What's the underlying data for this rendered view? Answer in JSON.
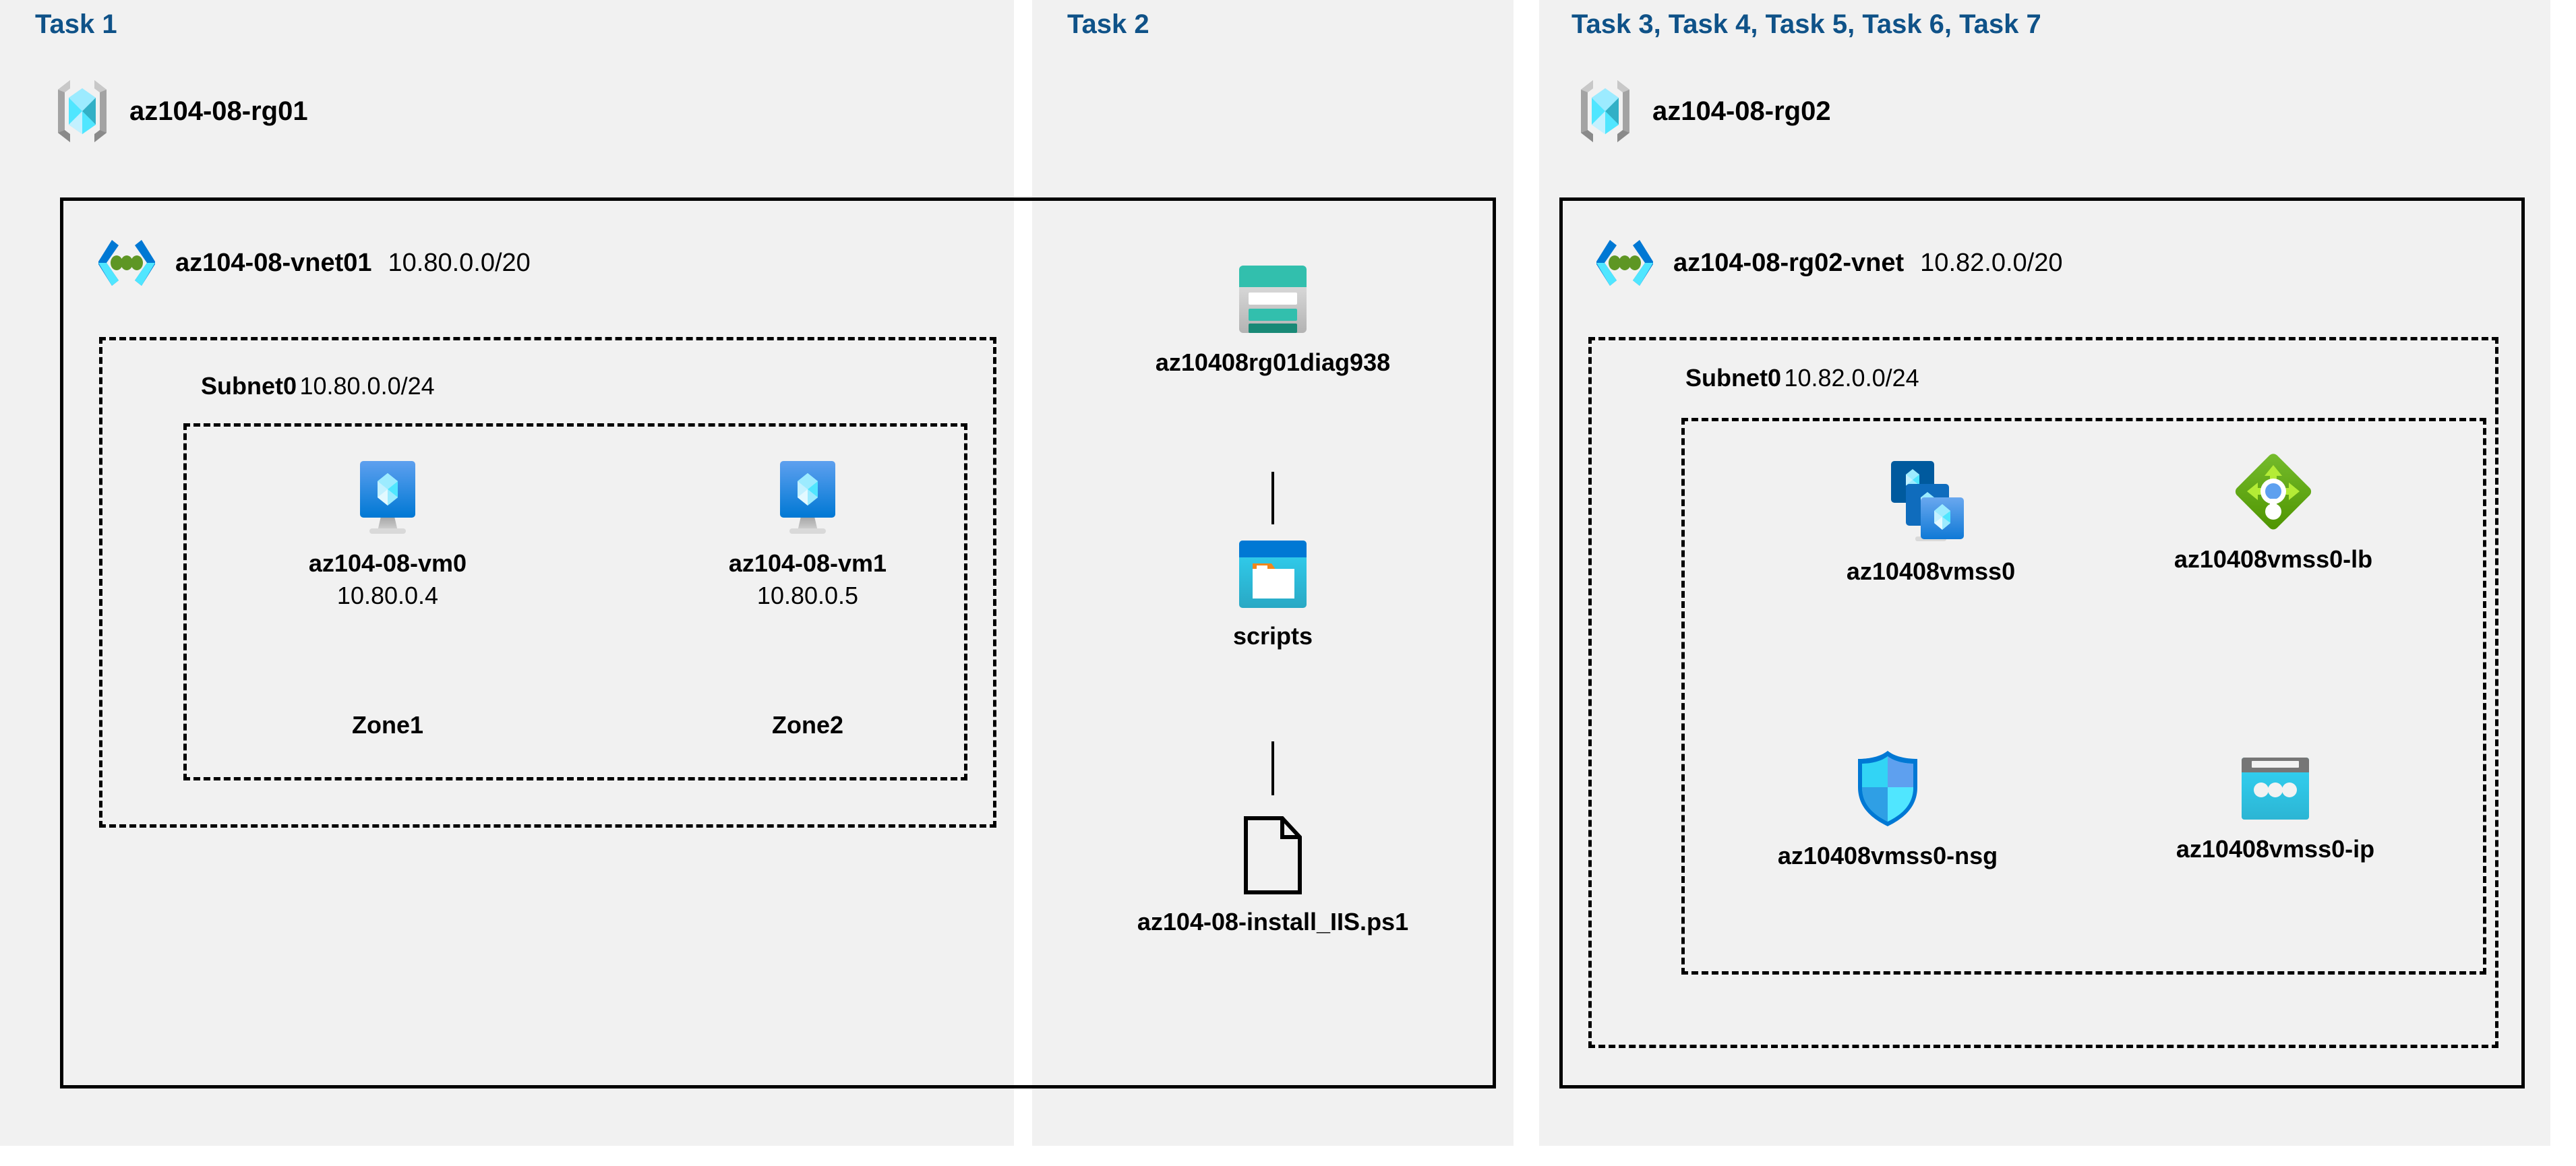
{
  "panels": [
    {
      "id": "task1",
      "title": "Task 1",
      "resource_group": {
        "label": "az104-08-rg01",
        "icon": "resource-group-icon"
      },
      "vnet": {
        "name": "az104-08-vnet01",
        "cidr": "10.80.0.0/20",
        "icon": "virtual-network-icon"
      },
      "subnet": {
        "name": "Subnet0",
        "cidr": "10.80.0.0/24"
      },
      "vms": [
        {
          "label": "az104-08-vm0",
          "ip": "10.80.0.4",
          "zone": "Zone1",
          "icon": "virtual-machine-icon"
        },
        {
          "label": "az104-08-vm1",
          "ip": "10.80.0.5",
          "zone": "Zone2",
          "icon": "virtual-machine-icon"
        }
      ]
    },
    {
      "id": "task2",
      "title": "Task 2",
      "nodes": [
        {
          "label": "az10408rg01diag938",
          "icon": "storage-account-icon"
        },
        {
          "label": "scripts",
          "icon": "blob-container-icon"
        },
        {
          "label": "az104-08-install_IIS.ps1",
          "icon": "file-icon"
        }
      ]
    },
    {
      "id": "task3to7",
      "title": "Task 3, Task 4, Task 5, Task 6, Task 7",
      "resource_group": {
        "label": "az104-08-rg02",
        "icon": "resource-group-icon"
      },
      "vnet": {
        "name": "az104-08-rg02-vnet",
        "cidr": "10.82.0.0/20",
        "icon": "virtual-network-icon"
      },
      "subnet": {
        "name": "Subnet0",
        "cidr": "10.82.0.0/24"
      },
      "resources": [
        {
          "label": "az10408vmss0",
          "icon": "vm-scale-set-icon"
        },
        {
          "label": "az10408vmss0-lb",
          "icon": "load-balancer-icon"
        },
        {
          "label": "az10408vmss0-nsg",
          "icon": "network-security-group-icon"
        },
        {
          "label": "az10408vmss0-ip",
          "icon": "public-ip-address-icon"
        }
      ]
    }
  ],
  "colors": {
    "task_title": "#0f5288",
    "panel_background": "#f1f1f1",
    "page_background": "#ffffff",
    "border": "#000000",
    "azure_blue": "#0078d4",
    "azure_cyan": "#50e6ff",
    "vnet_green": "#5e9624",
    "storage_teal": "#32bfad",
    "storage_teal_dark": "#198976",
    "lb_green": "#57a300",
    "lb_green_light": "#9bd61e",
    "pip_gray": "#767676",
    "pip_cyan": "#32d4f5",
    "rg_gray": "#949494"
  }
}
